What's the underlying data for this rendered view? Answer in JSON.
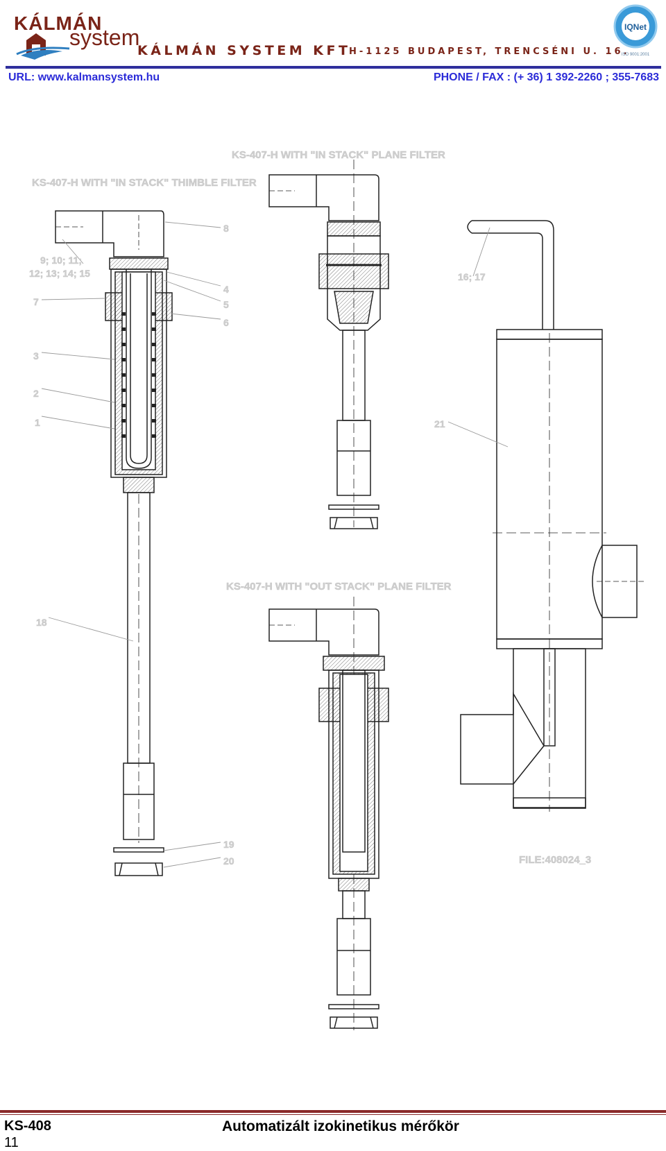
{
  "header": {
    "logo_top": "KÁLMÁN",
    "logo_bottom": "system",
    "company": "KÁLMÁN SYSTEM KFT",
    "address": "H-1125 BUDAPEST, TRENCSÉNI U. 16.",
    "url": "URL: www.kalmansystem.hu",
    "phone": "PHONE / FAX : (+ 36) 1 392-2260 ; 355-7683",
    "badge_name": "IQNet",
    "badge_iso": "ISO 9001:2001",
    "brand_color": "#7a2418",
    "link_color": "#2b2bd8"
  },
  "drawing": {
    "title_plane": "KS-407-H WITH \"IN STACK\" PLANE FILTER",
    "title_thimble": "KS-407-H WITH \"IN STACK\" THIMBLE FILTER",
    "title_out": "KS-407-H WITH \"OUT STACK\" PLANE FILTER",
    "callouts": {
      "c8": "8",
      "c9a": "9; 10; 11;",
      "c9b": "12; 13; 14; 15",
      "c7": "7",
      "c4": "4",
      "c5": "5",
      "c6": "6",
      "c3": "3",
      "c2": "2",
      "c1": "1",
      "c18": "18",
      "c19": "19",
      "c20": "20",
      "c16": "16; 17",
      "c21": "21"
    },
    "file": "FILE:408024_3"
  },
  "footer": {
    "code": "KS-408",
    "page": "11",
    "title": "Automatizált izokinetikus mérőkör"
  }
}
